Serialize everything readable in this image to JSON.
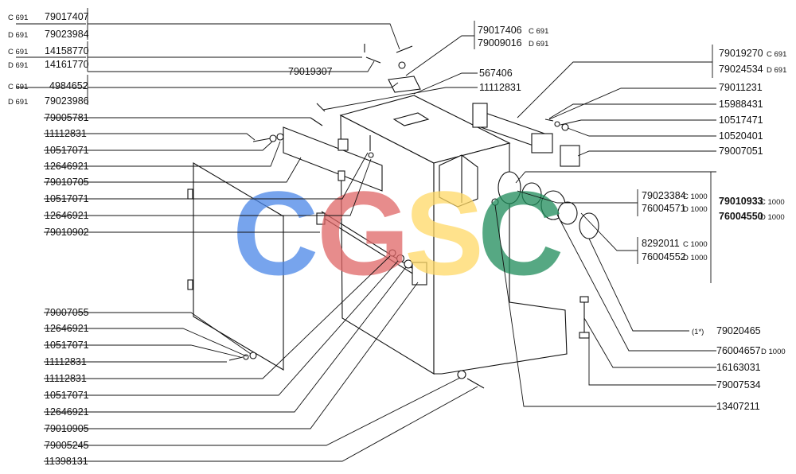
{
  "colors": {
    "c_blue": "#4a86e8",
    "g_red": "#e06666",
    "s_yellow": "#ffd966",
    "c_green": "#1e8c5a"
  },
  "watermark": {
    "c1": "C",
    "g": "G",
    "s": "S",
    "c2": "C"
  },
  "parts": {
    "l_79017407": "79017407",
    "l_79023984": "79023984",
    "l_14158770": "14158770",
    "l_14161770": "14161770",
    "l_4984652": "4984652",
    "l_79023986": "79023986",
    "l_79005781": "79005781",
    "l_11112831a": "11112831",
    "l_10517071a": "10517071",
    "l_12646921a": "12646921",
    "l_79010705": "79010705",
    "l_10517071b": "10517071",
    "l_12646921b": "12646921",
    "l_79010902": "79010902",
    "l_79007055": "79007055",
    "l_12646921c": "12646921",
    "l_10517071c": "10517071",
    "l_11112831b": "11112831",
    "l_11112831c": "11112831",
    "l_10517071d": "10517071",
    "l_12646921d": "12646921",
    "l_79010905": "79010905",
    "l_79005245": "79005245",
    "l_11398131": "11398131",
    "l_79019307": "79019307",
    "l_79017406": "79017406",
    "l_79009016": "79009016",
    "l_567406": "567406",
    "l_11112831d": "11112831",
    "l_79019270": "79019270",
    "l_79024534": "79024534",
    "l_79011231": "79011231",
    "l_15988431": "15988431",
    "l_10517471": "10517471",
    "l_10520401": "10520401",
    "l_79007051": "79007051",
    "l_79023384": "79023384",
    "l_76004571": "76004571",
    "l_79010933": "79010933",
    "l_76004550": "76004550",
    "l_8292011": "8292011",
    "l_76004552": "76004552",
    "l_note": "(1*)",
    "l_79020465": "79020465",
    "l_76004657": "76004657",
    "l_16163031": "16163031",
    "l_79007534": "79007534",
    "l_13407211": "13407211"
  },
  "models": {
    "c691_a": "C 691",
    "d691_a": "D 691",
    "c691_b": "C 691",
    "d691_b": "D 691",
    "c691_c": "C 691",
    "d691_c": "D 691",
    "c691_d": "C 691",
    "d691_d": "D 691",
    "c691_e": "C 691",
    "d691_e": "D 691",
    "c1000_a": "C 1000",
    "d1000_a": "D 1000",
    "c1000_b": "C 1000",
    "d1000_b": "D 1000",
    "c1000_c": "C 1000",
    "d1000_c": "D 1000",
    "d1000_d": "D 1000"
  }
}
